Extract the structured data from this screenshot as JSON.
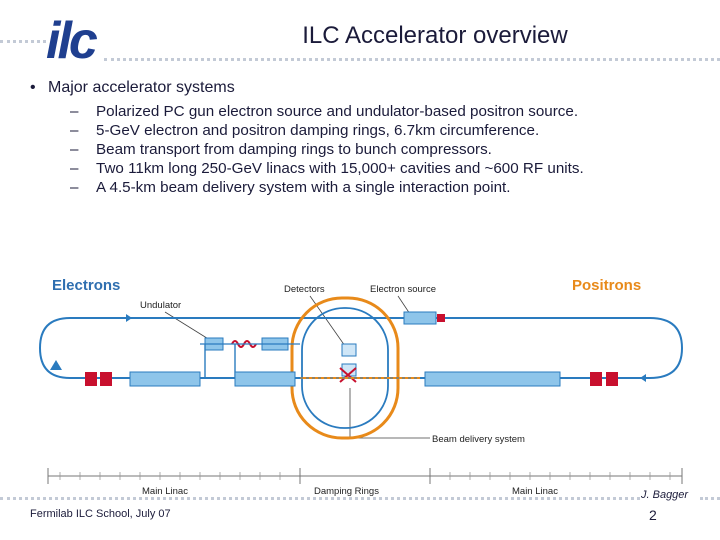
{
  "header": {
    "logo_text": "ilc",
    "title": "ILC Accelerator overview"
  },
  "content": {
    "main_bullet": "Major accelerator systems",
    "sub_bullets": [
      "Polarized PC gun electron source and undulator-based positron source.",
      "5-GeV electron and positron damping rings, 6.7km circumference.",
      "Beam transport from damping rings to bunch compressors.",
      "Two 11km long 250-GeV linacs with 15,000+ cavities and ~600 RF units.",
      "A 4.5-km beam delivery system with a single interaction point."
    ]
  },
  "diagram": {
    "electrons_label": "Electrons",
    "positrons_label": "Positrons",
    "undulator": "Undulator",
    "detectors": "Detectors",
    "electron_source": "Electron source",
    "beam_delivery": "Beam delivery system",
    "main_linac_left": "Main Linac",
    "damping_rings": "Damping Rings",
    "main_linac_right": "Main Linac",
    "colors": {
      "electrons": "#2f6fb0",
      "positrons": "#e88a1a",
      "beamline_blue": "#2a7bbf",
      "magnet_red": "#c8102e",
      "linac_fill": "#8ec5ea"
    }
  },
  "footer": {
    "author": "J. Bagger",
    "event": "Fermilab ILC School, July 07",
    "page": "2"
  }
}
